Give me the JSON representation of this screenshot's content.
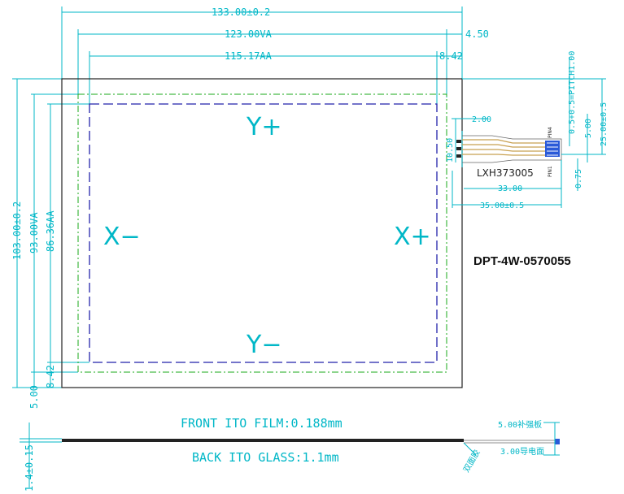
{
  "dimensions": {
    "outer_width": "133.00±0.2",
    "va_width": "123.00VA",
    "aa_width": "115.17AA",
    "offset_450": "4.50",
    "offset_842_top": "8.42",
    "pitch": "0.5+0.5=PITCH1.00",
    "fpc_offset": "25.00±0.5",
    "fpc_5": "5.00",
    "fpc_075": "0.75",
    "fpc_2": "2.00",
    "fpc_1050": "10.50",
    "fpc_33": "33.00",
    "fpc_35": "35.00±0.5",
    "outer_height": "103.00±0.2",
    "va_height": "93.00VA",
    "aa_height": "86.36AA",
    "offset_842_left": "8.42",
    "offset_500": "5.00",
    "thickness": "1.4±0.15",
    "stiffener": "5.00补强板",
    "gold_finger": "3.00导电面"
  },
  "axes": {
    "y_plus": "Y+",
    "y_minus": "Y−",
    "x_minus": "X−",
    "x_plus": "X+"
  },
  "fpc": {
    "label": "LXH373005",
    "pin4": "PIN4",
    "pin1": "PIN1"
  },
  "part_number": "DPT-4W-0570055",
  "side_view": {
    "front": "FRONT ITO FILM:0.188mm",
    "back": "BACK ITO GLASS:1.1mm",
    "fpc_note": "双面胶"
  }
}
